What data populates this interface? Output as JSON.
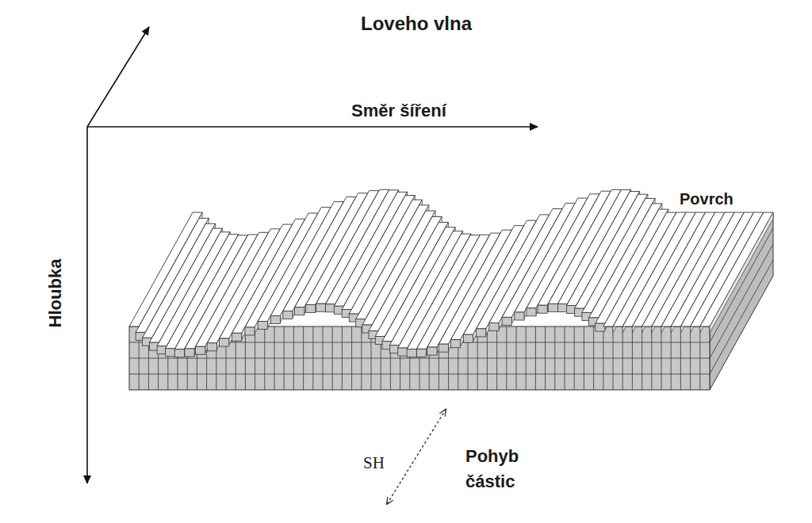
{
  "diagram": {
    "title": "Loveho vlna",
    "labels": [
      "Směr šíření",
      "Hloubka",
      "Povrch",
      "SH",
      "Pohyb částic"
    ]
  }
}
